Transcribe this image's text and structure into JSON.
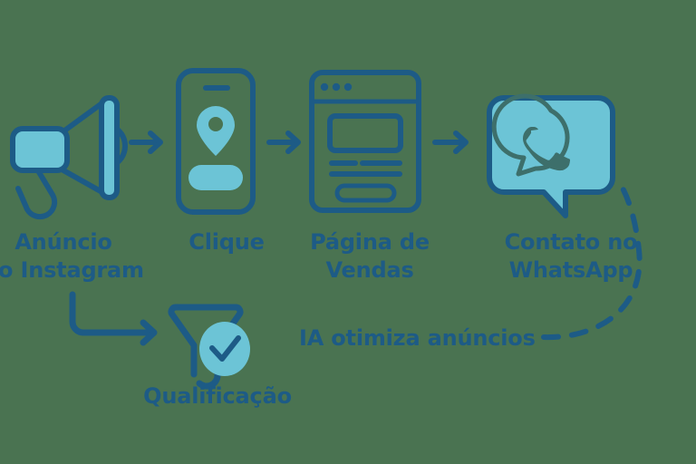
{
  "diagram": {
    "title_visible": false,
    "background_color": "#4a7351",
    "palette": {
      "outline": "#1d5b86",
      "fill_teal": "#6cc4d6",
      "text": "#1d5b86",
      "arrow": "#1d5b86"
    },
    "steps": [
      {
        "id": "ad",
        "icon": "megaphone-icon",
        "label": "Anúncio\nno Instagram"
      },
      {
        "id": "click",
        "icon": "smartphone-tap-icon",
        "label": "Clique"
      },
      {
        "id": "page",
        "icon": "browser-window-icon",
        "label": "Página de\nVendas"
      },
      {
        "id": "whatsapp",
        "icon": "whatsapp-chat-bubble-icon",
        "label": "Contato no\nWhatsApp"
      }
    ],
    "branch": {
      "id": "qualification",
      "icon": "funnel-check-icon",
      "label": "Qualificação"
    },
    "feedback": {
      "id": "ai-optimization",
      "label": "IA otimiza anúncios",
      "line_style": "dashed"
    },
    "connectors": [
      {
        "id": "ad-to-click",
        "type": "straight-arrow"
      },
      {
        "id": "click-to-page",
        "type": "straight-arrow"
      },
      {
        "id": "page-to-whatsapp",
        "type": "straight-arrow"
      },
      {
        "id": "ad-to-qualification",
        "type": "curved-arrow"
      },
      {
        "id": "whatsapp-to-ai",
        "type": "dashed-loop"
      }
    ]
  }
}
